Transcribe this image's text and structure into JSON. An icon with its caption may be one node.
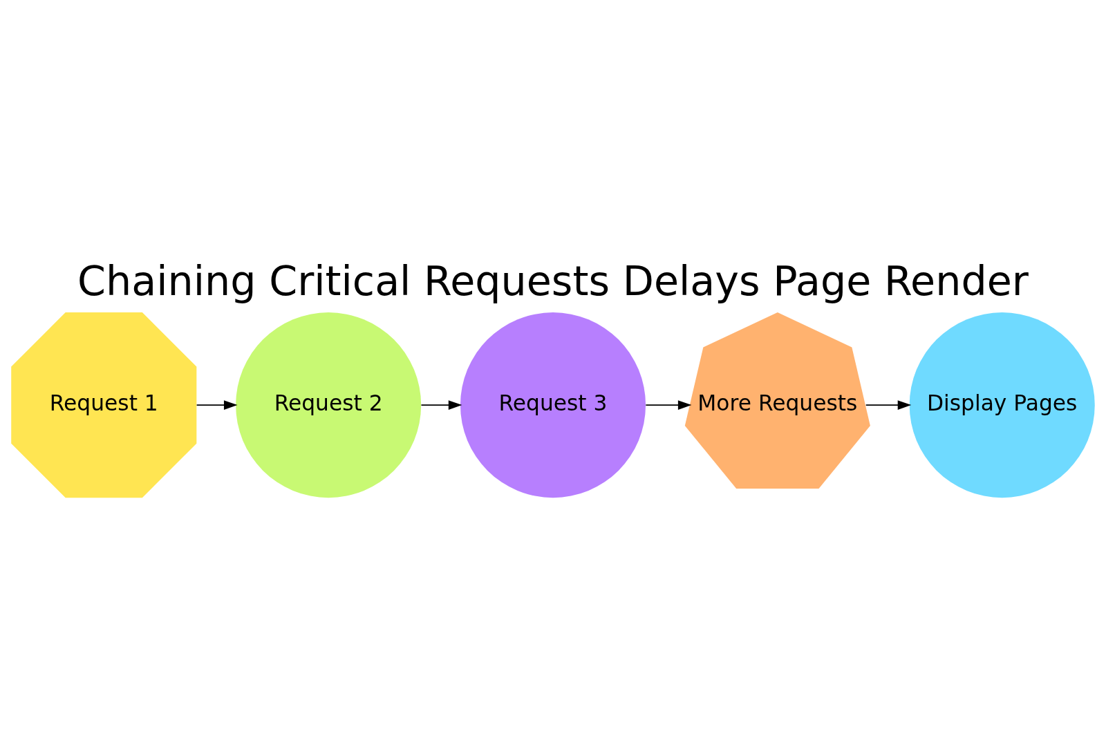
{
  "diagram": {
    "title": "Chaining Critical Requests Delays Page Render",
    "nodes": [
      {
        "text": [
          "Request 1"
        ]
      },
      {
        "text": [
          "Request 2"
        ]
      },
      {
        "text": [
          "Request 3"
        ]
      },
      {
        "text": [
          "More Requests"
        ]
      },
      {
        "text": [
          "Display Pages"
        ]
      }
    ],
    "edges": [
      {
        "from": 0,
        "to": 1,
        "arrow": "to"
      },
      {
        "from": 1,
        "to": 2,
        "arrow": "to"
      },
      {
        "from": 2,
        "to": 3,
        "arrow": "to"
      },
      {
        "from": 3,
        "to": 4,
        "arrow": "to"
      }
    ]
  }
}
